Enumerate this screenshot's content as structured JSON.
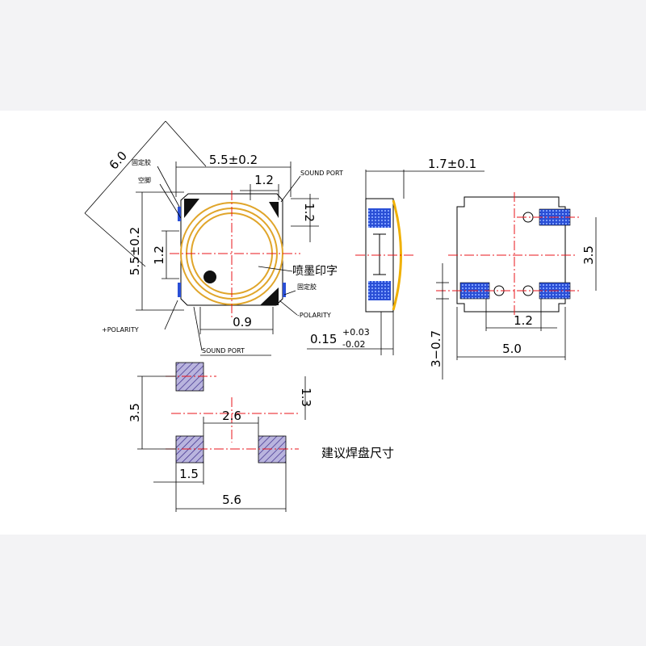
{
  "dims": {
    "diag": "6.0",
    "top_width": "5.5±0.2",
    "port_w": "1.2",
    "port_h": "1.2",
    "side_h": "5.5±0.2",
    "side_12": "1.2",
    "bottom_09": "0.9",
    "thickness": "1.7±0.1",
    "thick_tol_base": "0.15",
    "thick_tol_up": "+0.03",
    "thick_tol_dn": "-0.02",
    "right_35": "3.5",
    "right_12": "1.2",
    "right_50": "5.0",
    "right_range": "3−0.7",
    "fp_35": "3.5",
    "fp_13": "1.3",
    "fp_26": "2.6",
    "fp_15": "1.5",
    "fp_56": "5.6"
  },
  "labels": {
    "fixed_glue_1": "固定胶",
    "hollow": "空脚",
    "sound_port_top": "SOUND PORT",
    "ink": "喷墨印字",
    "fixed_glue_2": "固定胶",
    "polarity_minus": "-POLARITY",
    "polarity_plus": "+POLARITY",
    "sound_port_bottom": "SOUND PORT",
    "footprint": "建议焊盘尺寸"
  },
  "colors": {
    "centerline": "#e8141b",
    "pad": "#2a4fd6",
    "ring": "#e0a52a",
    "sheet": "#ffffff",
    "page": "#f3f3f5"
  }
}
